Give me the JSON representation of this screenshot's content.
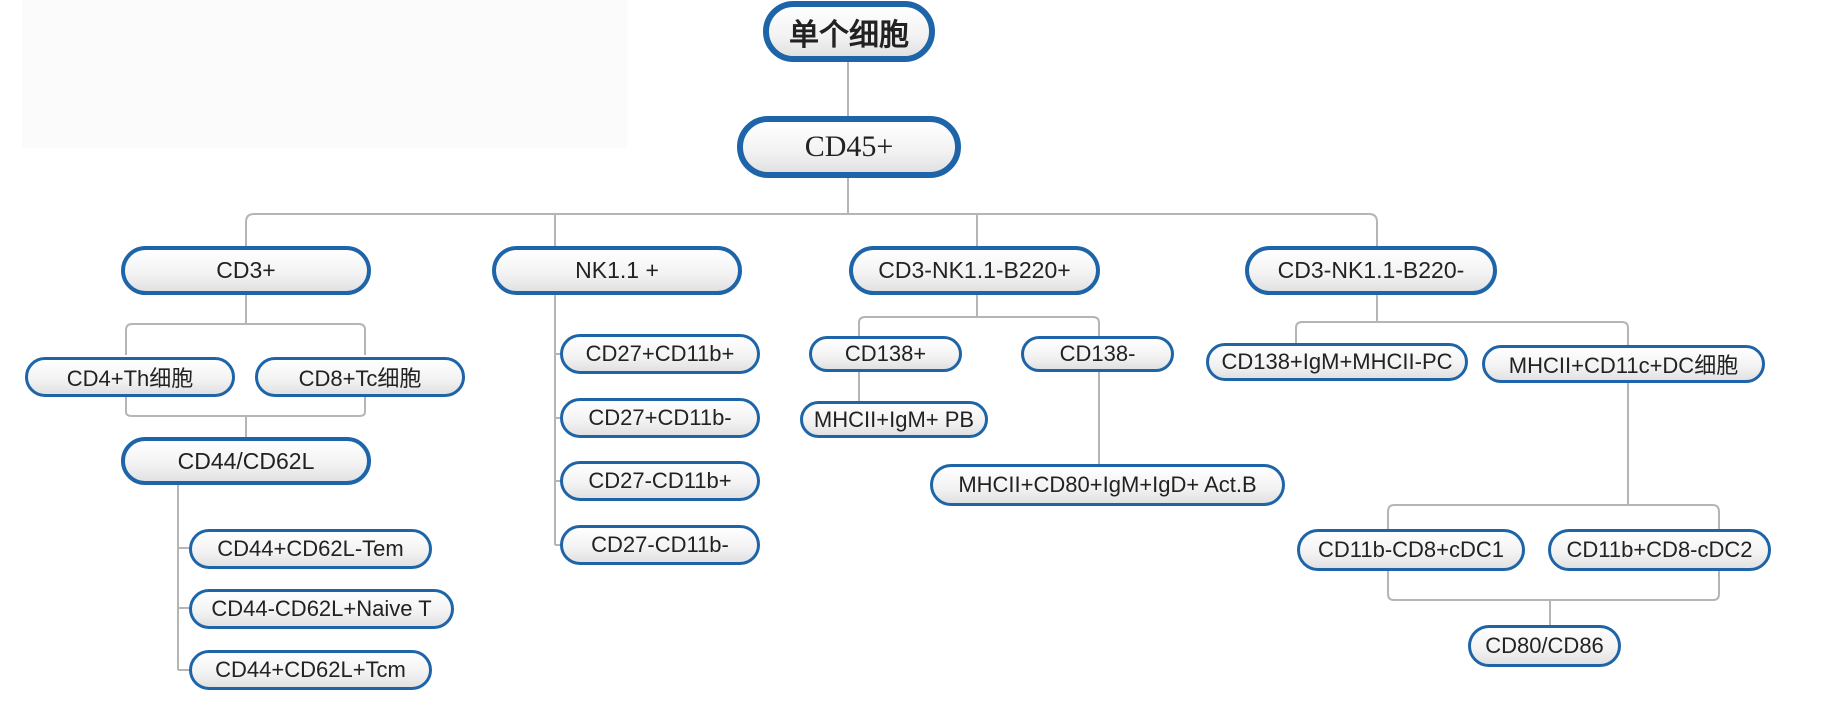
{
  "diagram": {
    "root": "单个细胞",
    "cd45": "CD45+",
    "branches": {
      "cd3": {
        "label": "CD3+",
        "cd4": "CD4+Th细胞",
        "cd8": "CD8+Tc细胞",
        "cd44cd62l": "CD44/CD62L",
        "tem": "CD44+CD62L-Tem",
        "naive": "CD44-CD62L+Naive T",
        "tcm": "CD44+CD62L+Tcm"
      },
      "nk": {
        "label": "NK1.1 +",
        "a": "CD27+CD11b+",
        "b": "CD27+CD11b-",
        "c": "CD27-CD11b+",
        "d": "CD27-CD11b-"
      },
      "b220pos": {
        "label": "CD3-NK1.1-B220+",
        "cd138pos": "CD138+",
        "cd138neg": "CD138-",
        "pb": "MHCII+IgM+ PB",
        "actb": "MHCII+CD80+IgM+IgD+ Act.B"
      },
      "b220neg": {
        "label": "CD3-NK1.1-B220-",
        "pc": "CD138+IgM+MHCII-PC",
        "dc": "MHCII+CD11c+DC细胞",
        "cdc1": "CD11b-CD8+cDC1",
        "cdc2": "CD11b+CD8-cDC2",
        "cd80": "CD80/CD86"
      }
    }
  },
  "colors": {
    "node_border": "#1d64a8",
    "connector": "#b5b5b5",
    "text": "#222222"
  }
}
